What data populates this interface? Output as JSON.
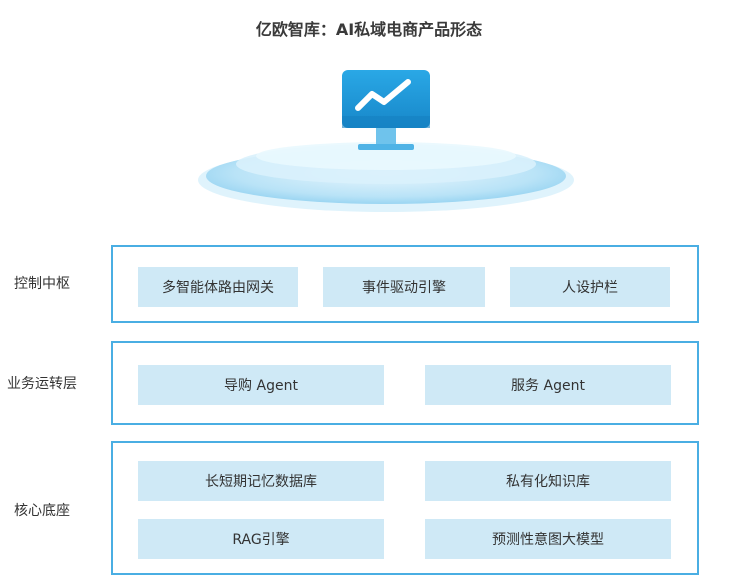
{
  "title": "亿欧智库：AI私域电商产品形态",
  "layers": {
    "control": {
      "label": "控制中枢",
      "items": [
        "多智能体路由网关",
        "事件驱动引擎",
        "人设护栏"
      ]
    },
    "business": {
      "label": "业务运转层",
      "items": [
        "导购 Agent",
        "服务 Agent"
      ]
    },
    "core": {
      "label": "核心底座",
      "items": [
        "长短期记忆数据库",
        "私有化知识库",
        "RAG引擎",
        "预测性意图大模型"
      ]
    }
  },
  "colors": {
    "frame_border": "#4aaee3",
    "box_fill": "#cfe9f6",
    "monitor": "#1f9ad8",
    "platform": "#a9dcf5"
  },
  "icons": [
    "monitor-chart-icon",
    "platform-ellipse"
  ]
}
